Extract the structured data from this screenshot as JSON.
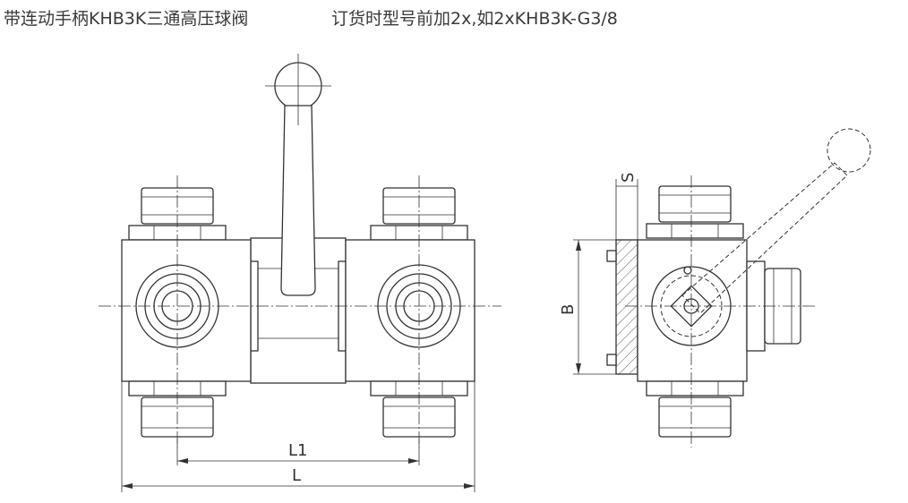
{
  "captions": {
    "left": "带连动手柄KHB3K三通高压球阀",
    "right": "订货时型号前加2x,如2xKHB3K-G3/8"
  },
  "dimensions": {
    "L1": "L1",
    "L": "L",
    "B": "B",
    "S": "S"
  }
}
